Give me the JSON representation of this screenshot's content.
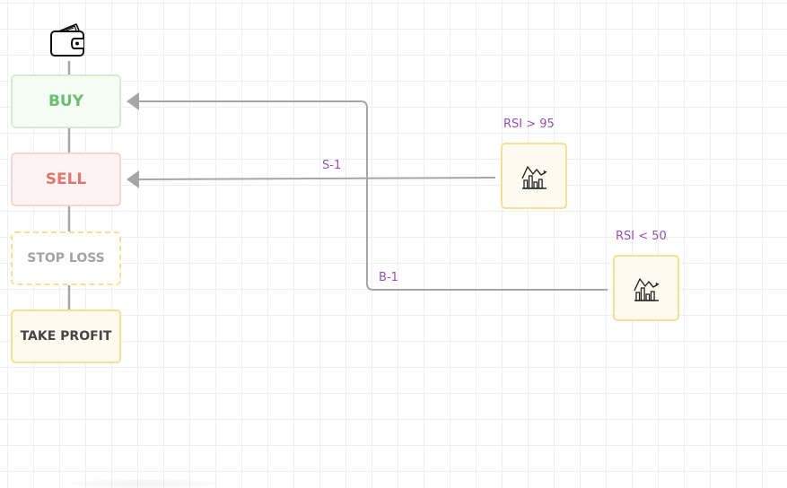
{
  "nodes": {
    "buy": "BUY",
    "sell": "SELL",
    "stop_loss": "STOP LOSS",
    "take_profit": "TAKE PROFIT"
  },
  "indicators": [
    {
      "condition": "RSI > 95",
      "icon": "chart-icon"
    },
    {
      "condition": "RSI < 50",
      "icon": "chart-icon"
    }
  ],
  "edges": {
    "sell_edge": "S-1",
    "buy_edge": "B-1"
  },
  "colors": {
    "buy": "#6cbd6e",
    "sell": "#e0776e",
    "indicator_label": "#9650b3",
    "indicator_border": "#f6df96",
    "wire": "#a6a6a6"
  }
}
